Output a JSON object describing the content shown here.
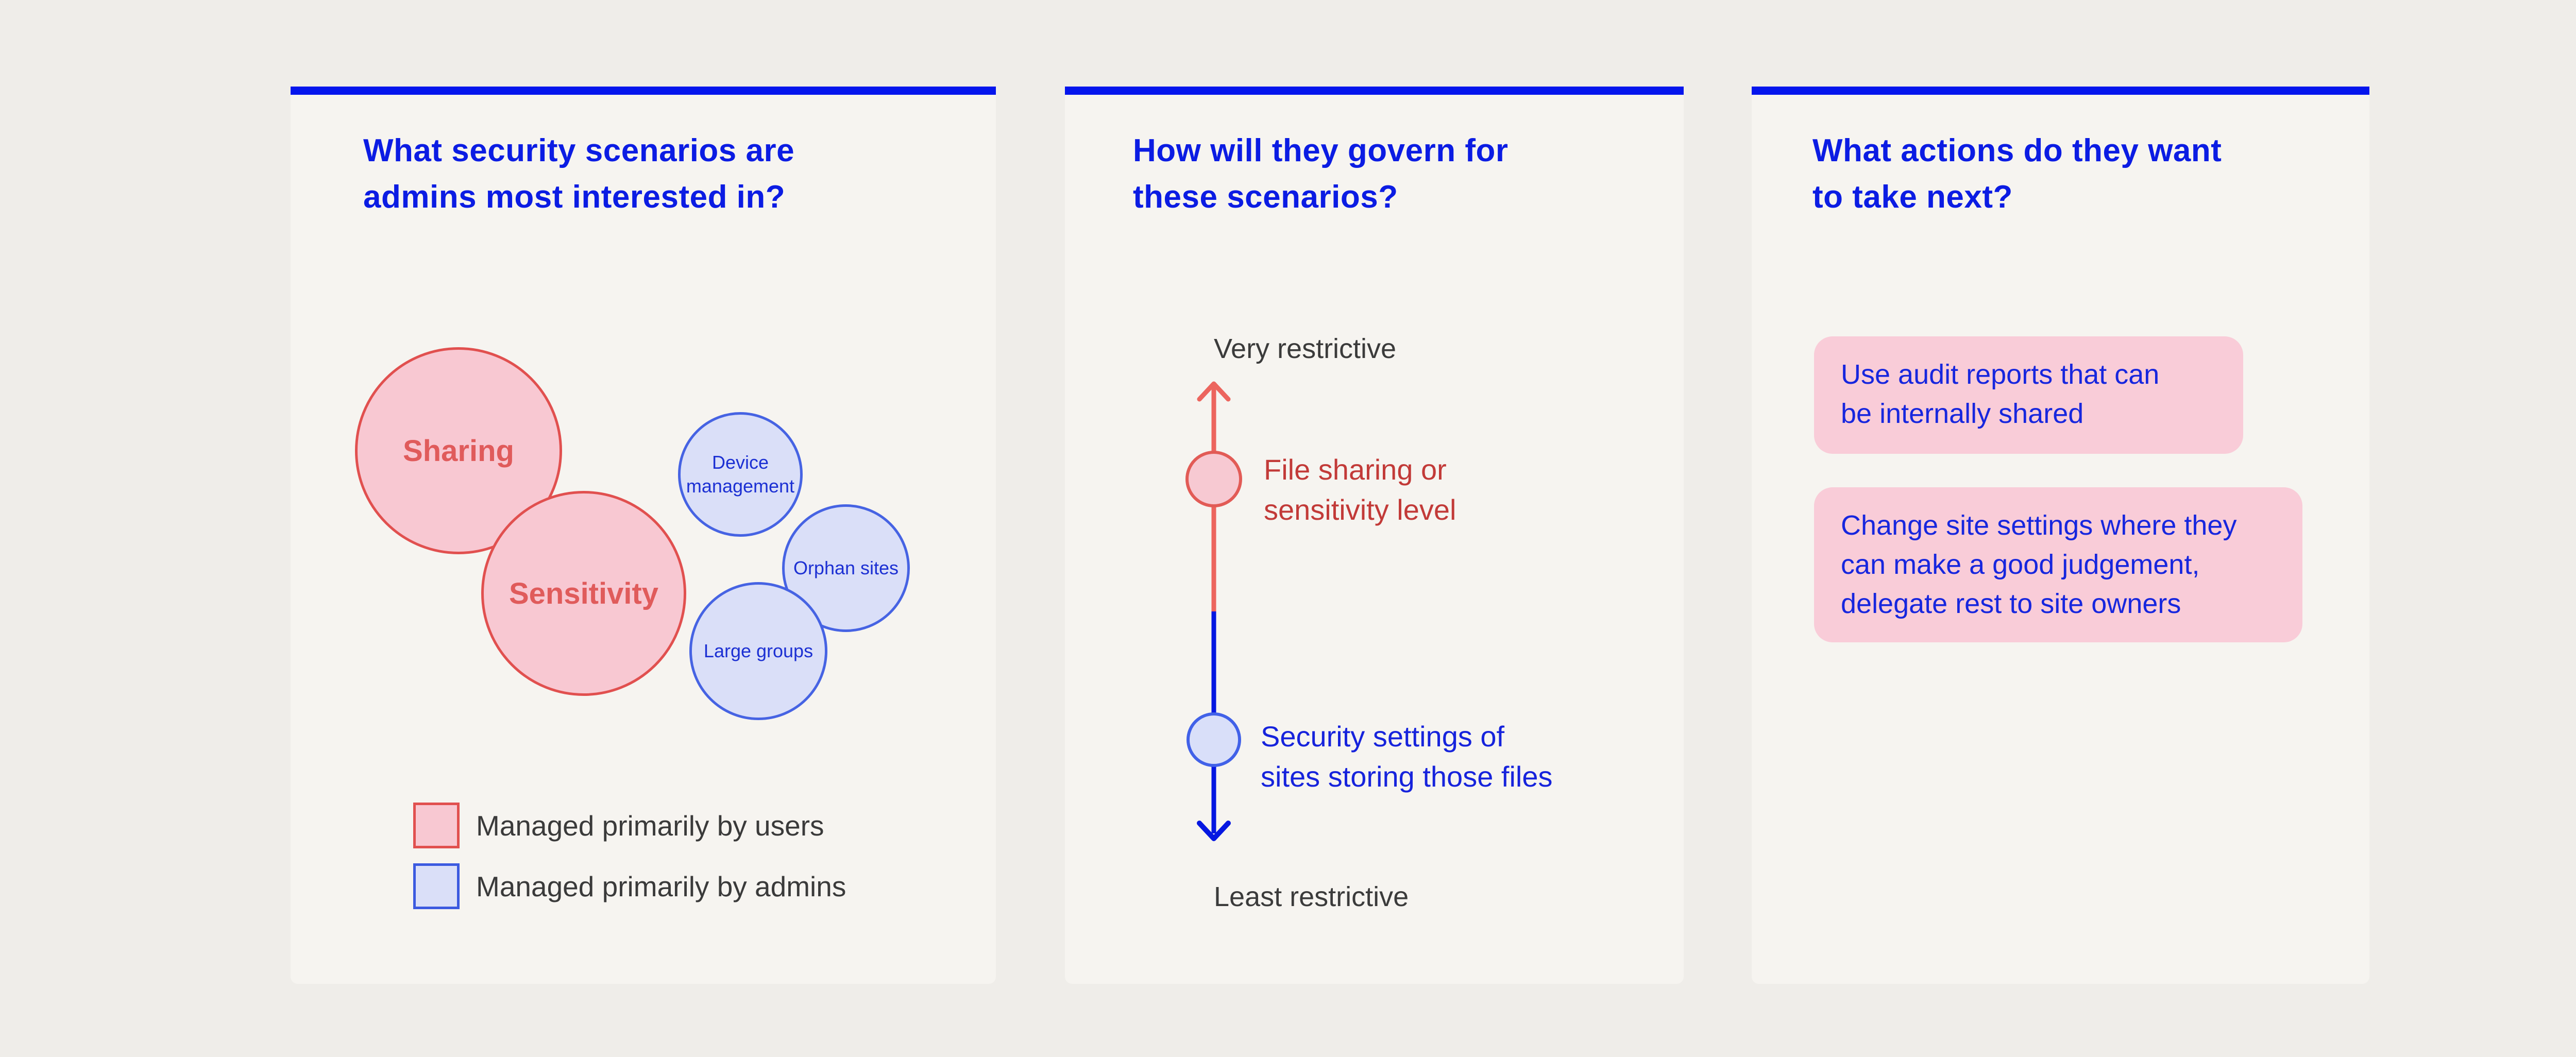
{
  "colors": {
    "page_background": "#EFEDE9",
    "card_background": "#F6F4F0",
    "accent_bar_blue": "#0415ED",
    "title_blue": "#0B1CE3",
    "users_pink_fill": "#F8C8D2",
    "users_red_border": "#E1504F",
    "users_red_text": "#E05B5B",
    "admins_blue_fill": "#DADFF8",
    "admins_blue_border": "#4663E3",
    "admins_blue_text": "#1C30D3",
    "axis_salmon_line": "#EC655E",
    "axis_blue_line": "#0517E1",
    "axis_red_text": "#C23A38",
    "axis_blue_text": "#1623DC",
    "action_box_pink": "#F9CCD8",
    "action_text_blue": "#1726DE",
    "neutral_text_gray": "#3A3A3A"
  },
  "card1": {
    "title": "What security scenarios are\nadmins most interested in?",
    "bubbles": [
      {
        "label": "Sharing",
        "group": "users"
      },
      {
        "label": "Sensitivity",
        "group": "users"
      },
      {
        "label": "Device\nmanagement",
        "group": "admins"
      },
      {
        "label": "Orphan sites",
        "group": "admins"
      },
      {
        "label": "Large groups",
        "group": "admins"
      }
    ],
    "legend": [
      {
        "label": "Managed primarily by users",
        "group": "users"
      },
      {
        "label": "Managed primarily by admins",
        "group": "admins"
      }
    ]
  },
  "card2": {
    "title": "How will they govern for\nthese scenarios?",
    "axis_top_label": "Very restrictive",
    "axis_bottom_label": "Least restrictive",
    "points": [
      {
        "label": "File sharing or\nsensitivity level",
        "group": "users"
      },
      {
        "label": "Security settings of\nsites storing those files",
        "group": "admins"
      }
    ]
  },
  "card3": {
    "title": "What actions do they want\nto take next?",
    "actions": [
      "Use audit reports that can\nbe internally shared",
      "Change site settings where they\ncan make a good judgement,\ndelegate rest to site owners"
    ]
  }
}
